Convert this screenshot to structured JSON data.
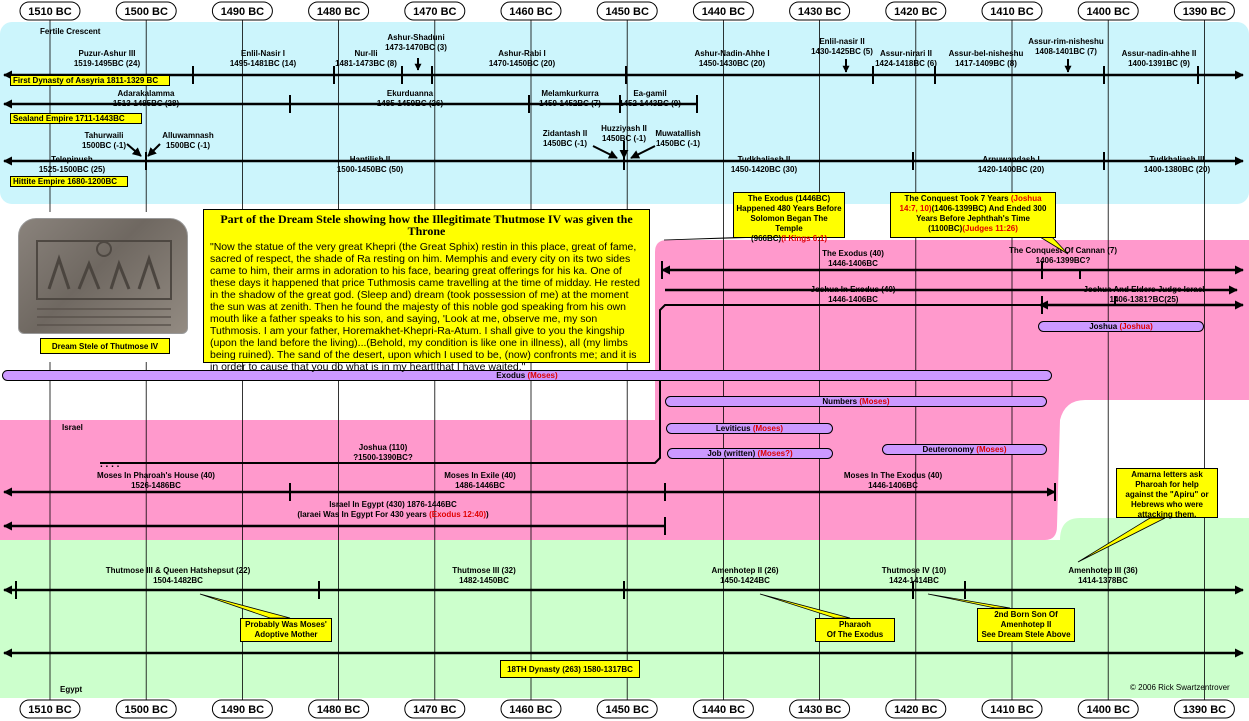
{
  "years": [
    "1510 BC",
    "1500 BC",
    "1490 BC",
    "1480 BC",
    "1470 BC",
    "1460 BC",
    "1450 BC",
    "1440 BC",
    "1430 BC",
    "1420 BC",
    "1410 BC",
    "1400 BC",
    "1390 BC"
  ],
  "regions": {
    "fertile": "Fertile Crescent",
    "israel": "Israel",
    "egypt": "Egypt"
  },
  "bars": [
    {
      "id": "bar-assyria",
      "label": "First Dynasty of  Assyria 1811-1329 BC"
    },
    {
      "id": "bar-sealand",
      "label": "Sealand Empire 1711-1443BC"
    },
    {
      "id": "bar-hittite",
      "label": "Hittite Empire 1680-1200BC"
    },
    {
      "id": "bar-exodus-book",
      "text": "Exodus",
      "paren": "Moses"
    },
    {
      "id": "bar-numbers",
      "text": "Numbers",
      "paren": "Moses"
    },
    {
      "id": "bar-leviticus",
      "text": "Leviticus",
      "paren": "Moses"
    },
    {
      "id": "bar-job",
      "text": "Job (written)",
      "paren": "Moses?"
    },
    {
      "id": "bar-deut",
      "text": "Deuteronomy",
      "paren": "Moses"
    },
    {
      "id": "bar-joshua-book",
      "text": "Joshua",
      "paren": "Joshua"
    },
    {
      "id": "bar-18th",
      "label": "18TH Dynasty (263) 1580-1317BC"
    }
  ],
  "labels": [
    {
      "id": "lbl-puzur",
      "lines": [
        "Puzur-Ashur III",
        "1519-1495BC (24)"
      ]
    },
    {
      "id": "lbl-enlil1",
      "lines": [
        "Enlil-Nasir I",
        "1495-1481BC (14)"
      ]
    },
    {
      "id": "lbl-nur",
      "lines": [
        "Nur-Ili",
        "1481-1473BC (8)"
      ]
    },
    {
      "id": "lbl-shaduni",
      "lines": [
        "Ashur-Shaduni",
        "1473-1470BC (3)"
      ]
    },
    {
      "id": "lbl-rabi",
      "lines": [
        "Ashur-Rabi I",
        "1470-1450BC (20)"
      ]
    },
    {
      "id": "lbl-nadin",
      "lines": [
        "Ashur-Nadin-Ahhe I",
        "1450-1430BC (20)"
      ]
    },
    {
      "id": "lbl-enlil2",
      "lines": [
        "Enlil-nasir II",
        "1430-1425BC (5)"
      ]
    },
    {
      "id": "lbl-nirari",
      "lines": [
        "Assur-nirari II",
        "1424-1418BC (6)"
      ]
    },
    {
      "id": "lbl-bel",
      "lines": [
        "Assur-bel-nisheshu",
        "1417-1409BC (8)"
      ]
    },
    {
      "id": "lbl-rim",
      "lines": [
        "Assur-rim-nisheshu",
        "1408-1401BC (7)"
      ]
    },
    {
      "id": "lbl-nadin2",
      "lines": [
        "Assur-nadin-ahhe II",
        "1400-1391BC (9)"
      ]
    },
    {
      "id": "lbl-adara",
      "lines": [
        "Adarakalamma",
        "1513-1485BC (28)"
      ]
    },
    {
      "id": "lbl-ekur",
      "lines": [
        "Ekurduanna",
        "1485-1459BC (26)"
      ]
    },
    {
      "id": "lbl-melam",
      "lines": [
        "Melamkurkurra",
        "1459-1452BC (7)"
      ]
    },
    {
      "id": "lbl-eagamil",
      "lines": [
        "Ea-gamil",
        "1452-1443BC (9)"
      ]
    },
    {
      "id": "lbl-tahur",
      "lines": [
        "Tahurwaili",
        "1500BC (-1)"
      ]
    },
    {
      "id": "lbl-alluw",
      "lines": [
        "Alluwamnash",
        "1500BC (-1)"
      ]
    },
    {
      "id": "lbl-telep",
      "lines": [
        "Telepinush",
        "1525-1500BC (25)"
      ]
    },
    {
      "id": "lbl-hant",
      "lines": [
        "Hantilish II",
        "1500-1450BC (50)"
      ]
    },
    {
      "id": "lbl-zidan",
      "lines": [
        "Zidantash II",
        "1450BC (-1)"
      ]
    },
    {
      "id": "lbl-huzzi",
      "lines": [
        "Huzziyash II",
        "1450BC (-1)"
      ]
    },
    {
      "id": "lbl-muwa",
      "lines": [
        "Muwatallish",
        "1450BC (-1)"
      ]
    },
    {
      "id": "lbl-tud2",
      "lines": [
        "Tudkhaliash II",
        "1450-1420BC (30)"
      ]
    },
    {
      "id": "lbl-arnu",
      "lines": [
        "Arnuwandash I",
        "1420-1400BC (20)"
      ]
    },
    {
      "id": "lbl-tud3",
      "lines": [
        "Tudkhaliash III",
        "1400-1380BC (20)"
      ]
    },
    {
      "id": "lbl-exodus40",
      "lines": [
        "The Exodus (40)",
        "1446-1406BC"
      ]
    },
    {
      "id": "lbl-conquest",
      "lines": [
        "The Conquest Of Cannan (7)",
        "1406-1399BC?"
      ]
    },
    {
      "id": "lbl-joshex",
      "lines": [
        "Joshua In Exodus (40)",
        "1446-1406BC"
      ]
    },
    {
      "id": "lbl-joshjudge",
      "lines": [
        "Joshua And Elders Judge Israel",
        "1406-1381?BC(25)"
      ]
    },
    {
      "id": "lbl-joshua110",
      "lines": [
        "Joshua (110)",
        "?1500-1390BC?"
      ]
    },
    {
      "id": "lbl-pharhouse",
      "lines": [
        "Moses In Pharoah's House (40)",
        "1526-1486BC"
      ]
    },
    {
      "id": "lbl-exile",
      "lines": [
        "Moses In Exile (40)",
        "1486-1446BC"
      ]
    },
    {
      "id": "lbl-mexodus",
      "lines": [
        "Moses In The Exodus (40)",
        "1446-1406BC"
      ]
    },
    {
      "id": "lbl-egypt430",
      "lines": [
        "Israel In Egypt (430) 1876-1446BC",
        "(Iaraei Was In Egypt For 430 years "
      ],
      "tail": "(Exodus 12:40)",
      "tail2": ")"
    },
    {
      "id": "lbl-hatshep",
      "lines": [
        "Thutmose III & Queen Hatshepsut (22)",
        "1504-1482BC"
      ]
    },
    {
      "id": "lbl-thut3",
      "lines": [
        "Thutmose III (32)",
        "1482-1450BC"
      ]
    },
    {
      "id": "lbl-amen2",
      "lines": [
        "Amenhotep II (26)",
        "1450-1424BC"
      ]
    },
    {
      "id": "lbl-thut4",
      "lines": [
        "Thutmose IV (10)",
        "1424-1414BC"
      ]
    },
    {
      "id": "lbl-amen3",
      "lines": [
        "Amenhotep III (36)",
        "1414-1378BC"
      ]
    }
  ],
  "notes": {
    "exodus": {
      "l1": "The Exodus (1446BC)",
      "l2": "Happened 480 Years Before",
      "l3": "Solomon Began The Temple",
      "l4a": "(966BC)",
      "l4b": "(I Kings 6:1)"
    },
    "conquest": {
      "l1a": "The Conquest Took 7 Years ",
      "l1b": "(Joshua",
      "l2a": "14:7, 10)",
      "l2b": "(1406-1399BC) And Ended 300",
      "l3": "Years Before Jephthah's Time",
      "l4a": "(1100BC)",
      "l4b": "(Judges 11:26)"
    },
    "moses_mother": {
      "l1": "Probably Was Moses'",
      "l2": "Adoptive Mother"
    },
    "pharaoh": {
      "l1": "Pharaoh",
      "l2": "Of The Exodus"
    },
    "second_son": {
      "l1": "2nd Born Son Of",
      "l2": "Amenhotep II",
      "l3": "See Dream Stele Above"
    },
    "amarna": {
      "l1": "Amarna letters ask",
      "l2": "Pharoah for help",
      "l3": "against the \"Apiru\" or",
      "l4": "Hebrews who were",
      "l5": "attacking them."
    }
  },
  "dream_stele": {
    "title": "Part of the Dream Stele showing how the Illegitimate Thutmose IV was given the Throne",
    "text": "\"Now the statue of the very great Khepri (the Great Sphix) restin in this place, great of fame, sacred of respect, the shade of Ra resting on him. Memphis and every city on its two sides came to him, their arms in adoration to his face, bearing great offerings for his ka. One of these days it happened that price Tuthmosis came travelling at the time of midday. He rested in the shadow of the great god. (Sleep and) dream (took possession of me) at the moment the sun was at zenith. Then he found the majesty of this noble god speaking from his own mouth like a father speaks to his son, and saying, 'Look at me, observe me, my son Tuthmosis. I am your father, Horemakhet-Khepri-Ra-Atum. I shall give to you the kingship (upon the land before the living)...(Behold, my condition is like one in illness), all (my limbs being ruined). The sand of the desert, upon which I used to be, (now) confronts me; and it is in order to cause that you do what is in my heart that I have waited.\"",
    "caption": "Dream Stele of Thutmose IV"
  },
  "dots": ". . . .",
  "copyright": "© 2006 Rick Swartzentrover"
}
